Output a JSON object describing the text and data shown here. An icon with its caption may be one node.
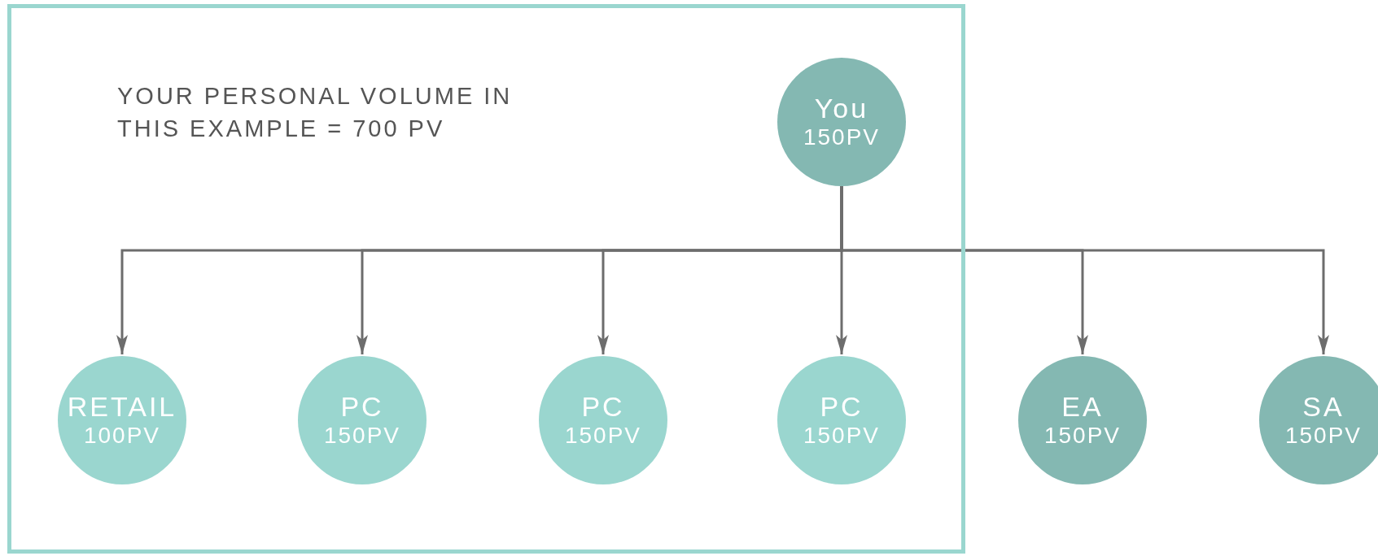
{
  "diagram": {
    "nodes": [
      {
        "text": [
          "YOUR PERSONAL VOLUME IN THIS EXAMPLE = 700 PV"
        ]
      },
      {
        "text": [
          "You",
          "150PV"
        ],
        "in": 0
      },
      {
        "text": [
          "RETAIL",
          "100PV"
        ],
        "in": 0
      },
      {
        "text": [
          "PC",
          "150PV"
        ],
        "in": 0
      },
      {
        "text": [
          "PC",
          "150PV"
        ],
        "in": 0
      },
      {
        "text": [
          "PC",
          "150PV"
        ],
        "in": 0
      },
      {
        "text": [
          "EA",
          "150PV"
        ]
      },
      {
        "text": [
          "SA",
          "150PV"
        ]
      }
    ],
    "edges": [
      {
        "from": 1,
        "to": 2,
        "arrow": "to"
      },
      {
        "from": 1,
        "to": 3,
        "arrow": "to"
      },
      {
        "from": 1,
        "to": 4,
        "arrow": "to"
      },
      {
        "from": 1,
        "to": 5,
        "arrow": "to"
      },
      {
        "from": 1,
        "to": 6,
        "arrow": "to"
      },
      {
        "from": 1,
        "to": 7,
        "arrow": "to"
      }
    ]
  }
}
